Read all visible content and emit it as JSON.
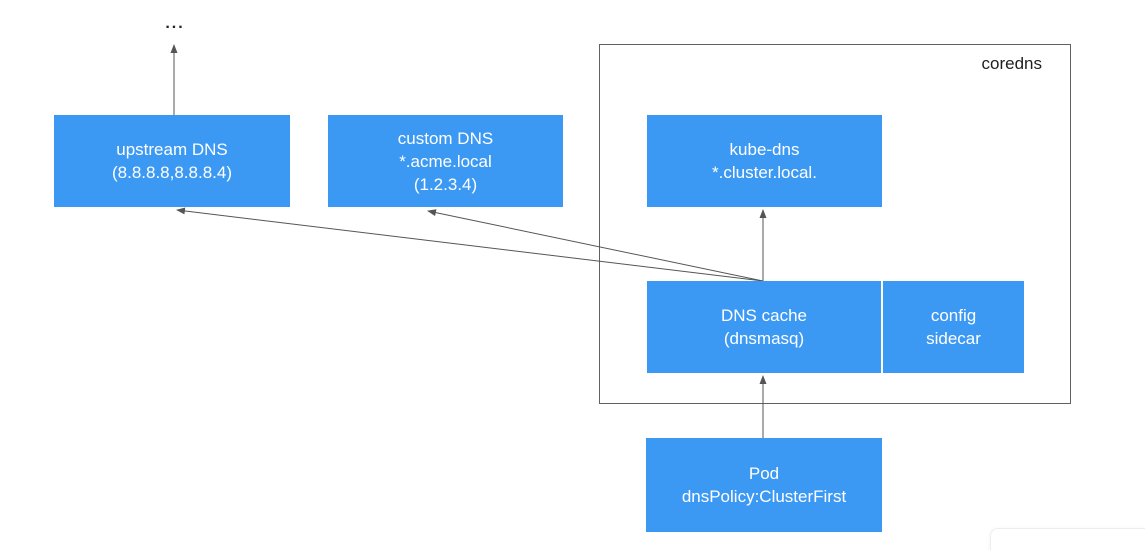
{
  "colors": {
    "node_fill": "#3B99F4",
    "node_text": "#ffffff",
    "line": "#555555",
    "container_border": "#616161",
    "text": "#1f1f1f"
  },
  "container": {
    "label": "coredns"
  },
  "ellipsis": {
    "label": "..."
  },
  "nodes": {
    "upstream_dns": {
      "line1": "upstream DNS",
      "line2": "(8.8.8.8,8.8.8.4)"
    },
    "custom_dns": {
      "line1": "custom DNS",
      "line2": "*.acme.local",
      "line3": "(1.2.3.4)"
    },
    "kube_dns": {
      "line1": "kube-dns",
      "line2": "*.cluster.local."
    },
    "dns_cache": {
      "line1": "DNS cache",
      "line2": "(dnsmasq)"
    },
    "config_sidecar": {
      "line1": "config",
      "line2": "sidecar"
    },
    "pod": {
      "line1": "Pod",
      "line2": "dnsPolicy:ClusterFirst"
    }
  },
  "edges": [
    {
      "from": "upstream_dns",
      "to": "ellipsis"
    },
    {
      "from": "dns_cache",
      "to": "upstream_dns"
    },
    {
      "from": "dns_cache",
      "to": "custom_dns"
    },
    {
      "from": "dns_cache",
      "to": "kube_dns"
    },
    {
      "from": "pod",
      "to": "dns_cache"
    }
  ]
}
